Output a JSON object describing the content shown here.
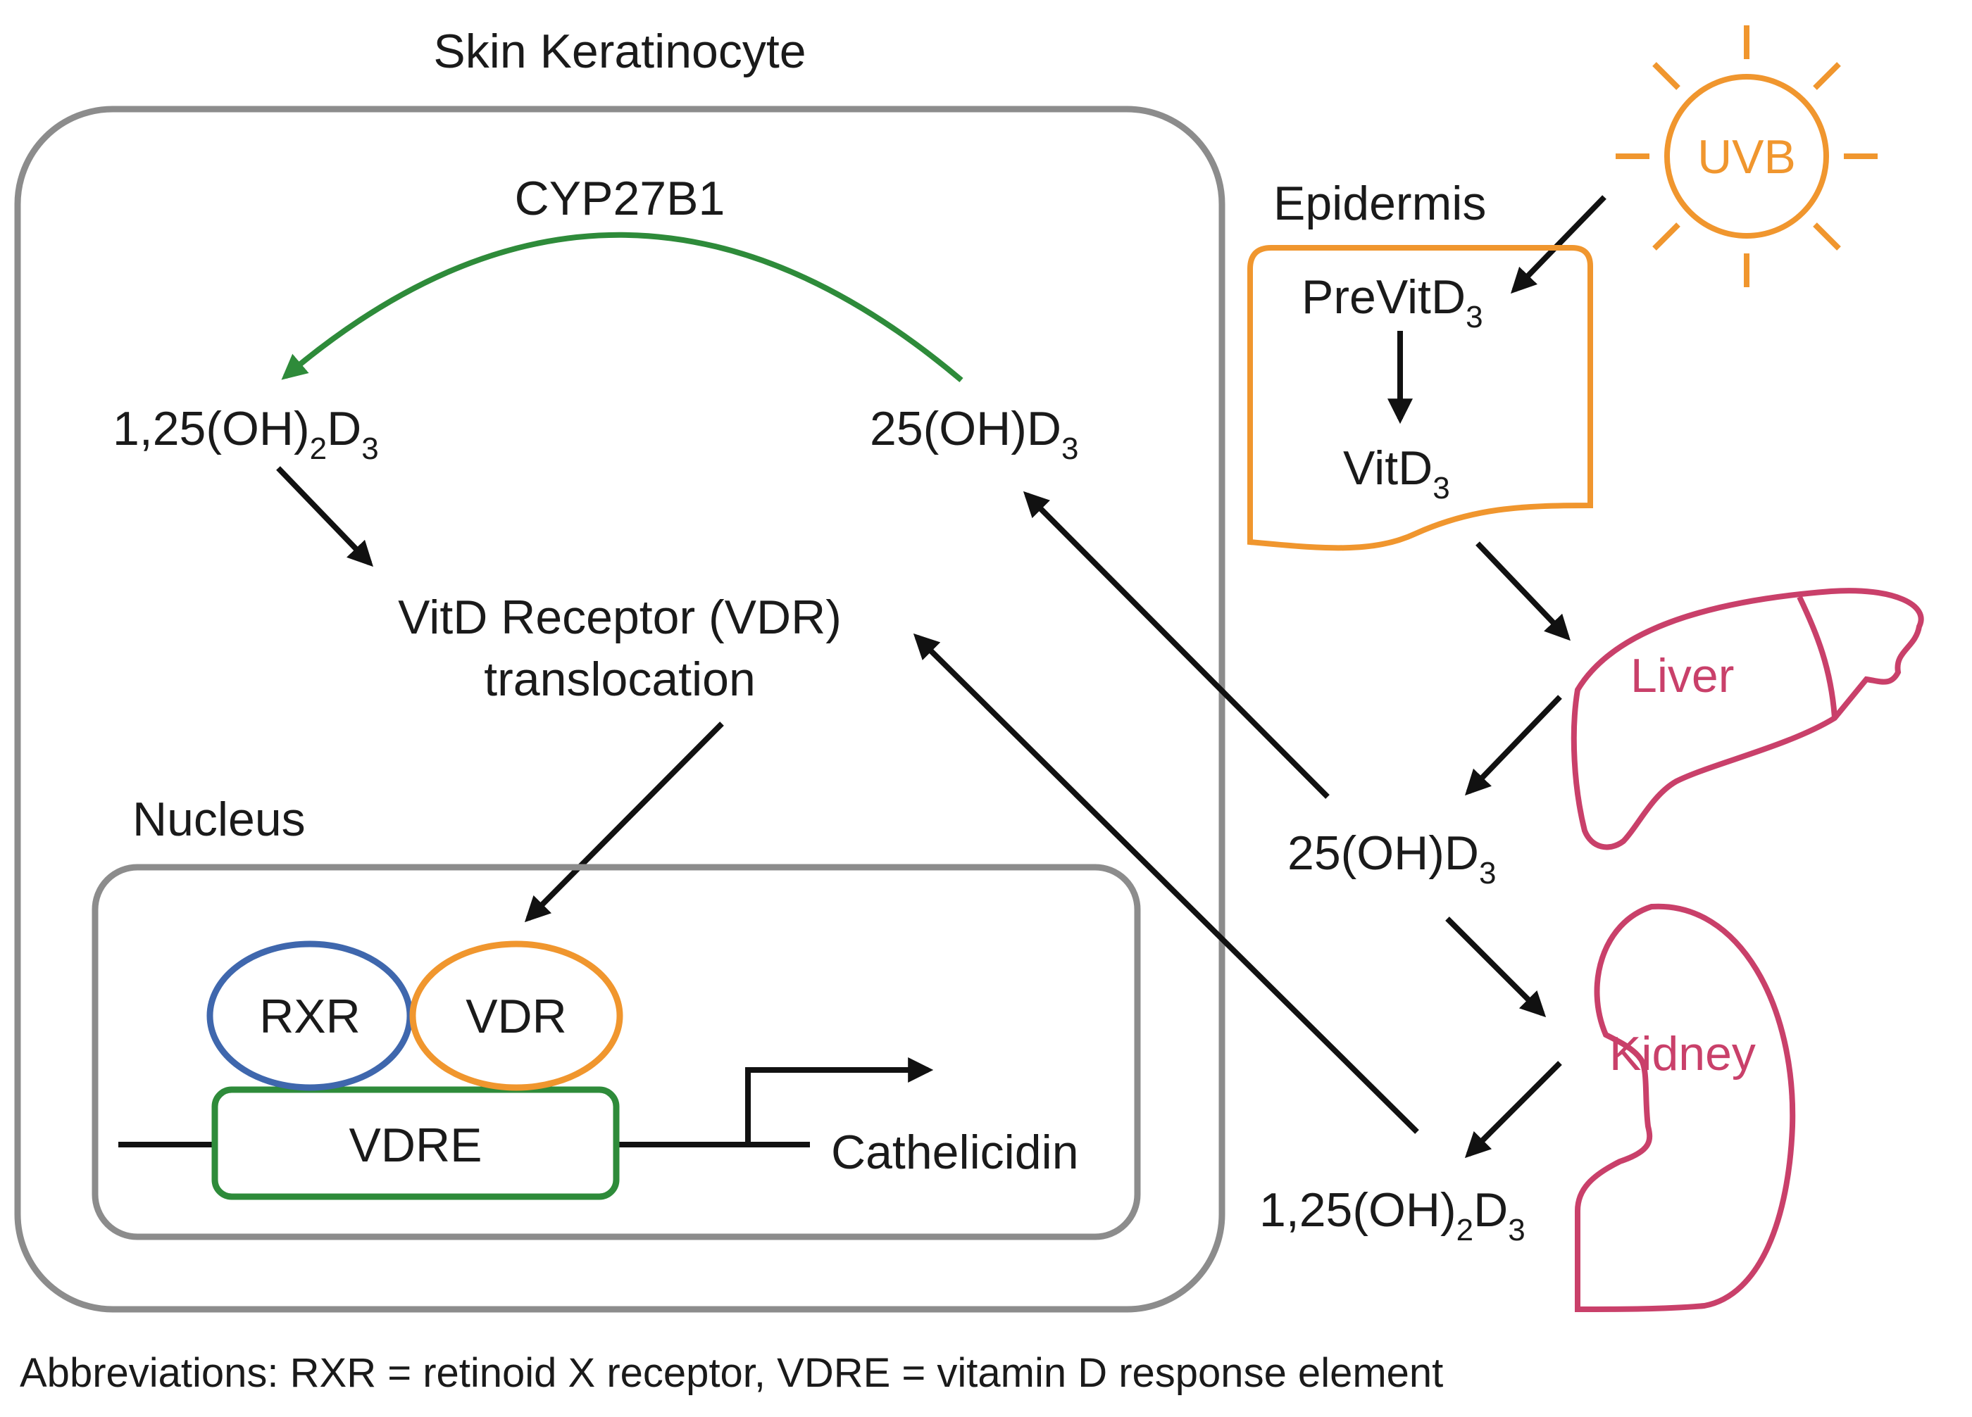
{
  "title": "Skin Keratinocyte",
  "enzyme": "CYP27B1",
  "cell": {
    "active_form": {
      "base": "1,25(OH)",
      "sub1": "2",
      "mid": "D",
      "sub2": "3"
    },
    "precursor": {
      "base": "25(OH)D",
      "sub": "3"
    },
    "receptor_line1": "VitD Receptor (VDR)",
    "receptor_line2": "translocation"
  },
  "nucleus": {
    "label": "Nucleus",
    "rxr": "RXR",
    "vdr": "VDR",
    "vdre": "VDRE",
    "gene": "Cathelicidin"
  },
  "epidermis": {
    "label": "Epidermis",
    "previt": {
      "base": "PreVitD",
      "sub": "3"
    },
    "vit": {
      "base": "VitD",
      "sub": "3"
    }
  },
  "sun_label": "UVB",
  "liver_label": "Liver",
  "kidney_label": "Kidney",
  "circulation": {
    "precursor": {
      "base": "25(OH)D",
      "sub": "3"
    },
    "active_form": {
      "base": "1,25(OH)",
      "sub1": "2",
      "mid": "D",
      "sub2": "3"
    }
  },
  "abbreviations": "Abbreviations: RXR = retinoid X receptor, VDRE = vitamin D response element",
  "colors": {
    "cell_border": "#8c8c8c",
    "green": "#2e8b3a",
    "orange": "#f0962e",
    "blue": "#3f67ad",
    "magenta": "#c9406a",
    "arrow": "#111111"
  }
}
